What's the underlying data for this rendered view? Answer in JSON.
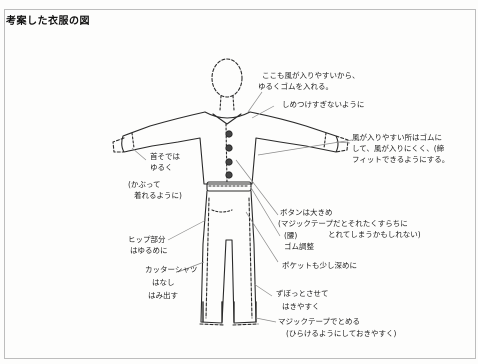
{
  "page_title": "考案した衣服の図",
  "annotations": {
    "neck_air_1": "ここも風が入りやすいから、",
    "neck_air_2": "ゆるくゴムを入れる。",
    "no_tighten": "しめつけすぎないように",
    "sleeve_1": "風が入りやすい所はゴムに",
    "sleeve_2": "して、風が入りにくく、(締",
    "sleeve_3": "フィットできるようにする。",
    "sleeve_lead": "首そでは",
    "sleeve_loose": "ゆるく",
    "sleeve_cover_1": "(かぶって",
    "sleeve_cover_2": "着れるように)",
    "button_1": "ボタンは大きめ",
    "button_2": "(マジックテープだとそれたくすらちに",
    "button_3": "とれてしまうかもしれない)",
    "waist_1": "(腰)",
    "waist_2": "ゴム調整",
    "pocket": "ポケットも少し深めに",
    "hip_1": "ヒップ部分",
    "hip_2": "はゆるめに",
    "cutter_1": "カッターシャツ",
    "cutter_2": "はなし",
    "cutter_3": "はみ出す",
    "slit_1": "ずぼっとさせて",
    "slit_2": "はきやすく",
    "hem_1": "マジックテープでとめる",
    "hem_2": "(ひらけるようにしておきやすく)"
  }
}
